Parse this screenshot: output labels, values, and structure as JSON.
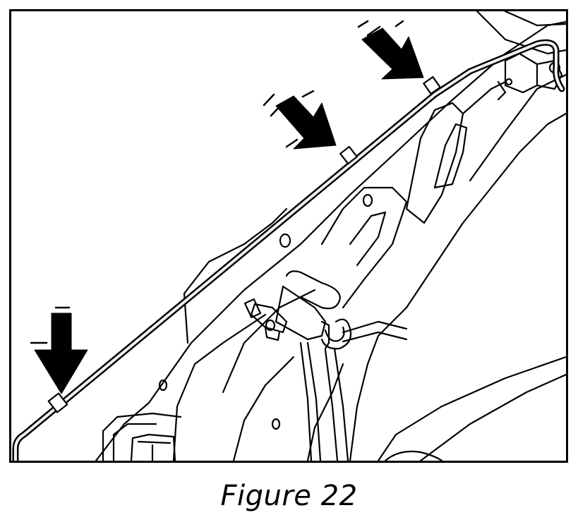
{
  "figure": {
    "caption": "Figure 22",
    "arrow_count": 3,
    "clip_count": 3,
    "colors": {
      "line": "#000000",
      "background": "#ffffff",
      "tube_fill": "#f2f2f2"
    },
    "icons": [
      "arrow-down-right-icon",
      "arrow-down-right-icon",
      "arrow-down-icon"
    ]
  }
}
